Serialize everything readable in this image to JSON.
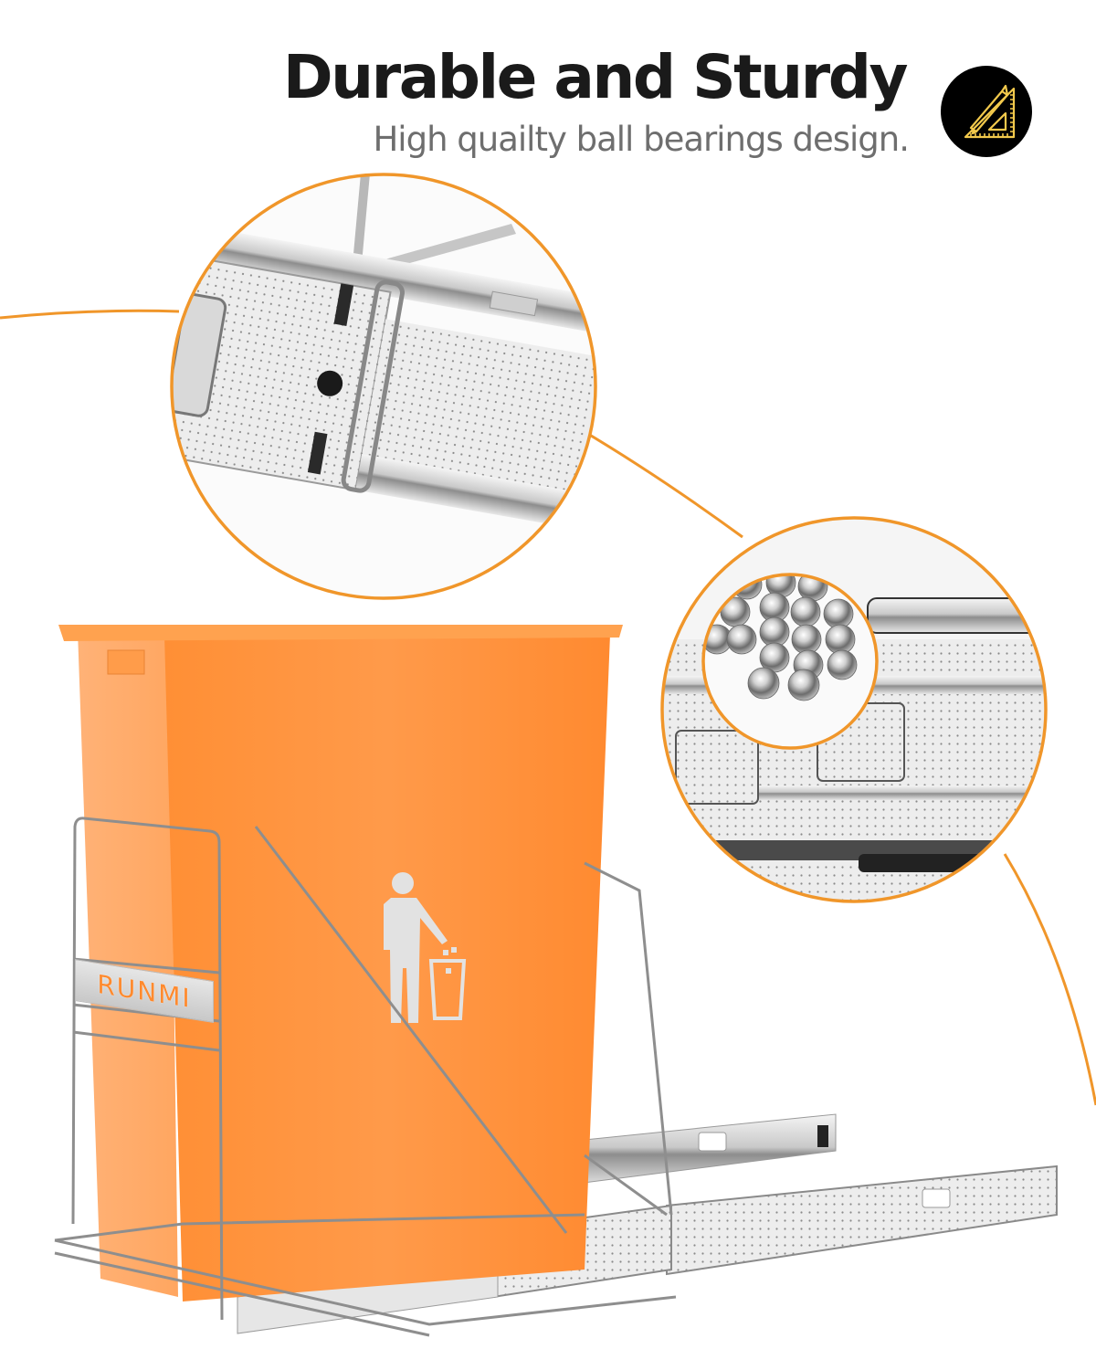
{
  "header": {
    "title": "Durable and Sturdy",
    "subtitle": "High quailty ball bearings design."
  },
  "badge": {
    "icon": "pencil-and-set-square-icon",
    "colors": {
      "background": "#000000",
      "stroke": "#f2c94c"
    }
  },
  "product": {
    "brand": "RUNMI",
    "bin_color": "#ff9440",
    "accent_line_color": "#f0962a",
    "bin_icon": "person-throwing-trash-icon"
  },
  "callouts": [
    {
      "name": "slide-rail-closeup",
      "description": "Rail joint detail"
    },
    {
      "name": "ball-bearing-closeup",
      "description": "Ball bearings detail"
    }
  ]
}
